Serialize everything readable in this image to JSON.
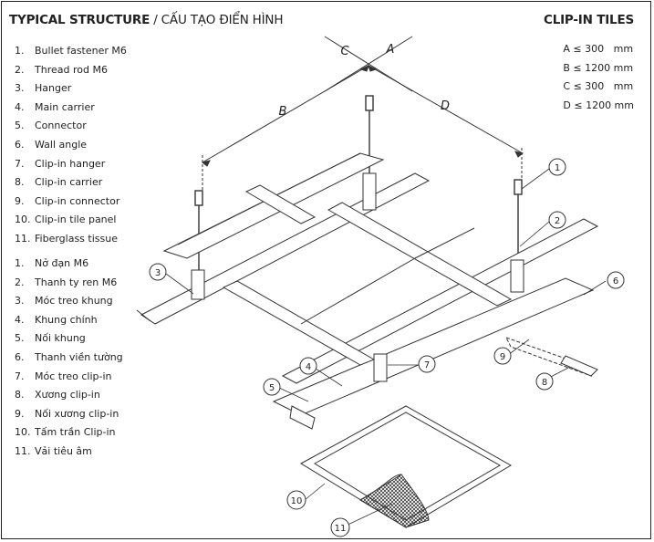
{
  "header": {
    "title_bold": "TYPICAL STRUCTURE",
    "title_rest": " / CẤU TẠO ĐIỂN HÌNH",
    "product": "CLIP-IN TILES"
  },
  "specs": [
    "A ≤ 300   mm",
    "B ≤ 1200 mm",
    "C ≤ 300   mm",
    "D ≤ 1200 mm"
  ],
  "parts_en": [
    {
      "num": "1.",
      "label": "Bullet fastener M6"
    },
    {
      "num": "2.",
      "label": "Thread rod M6"
    },
    {
      "num": "3.",
      "label": "Hanger"
    },
    {
      "num": "4.",
      "label": "Main carrier"
    },
    {
      "num": "5.",
      "label": "Connector"
    },
    {
      "num": "6.",
      "label": "Wall angle"
    },
    {
      "num": "7.",
      "label": "Clip-in hanger"
    },
    {
      "num": "8.",
      "label": "Clip-in carrier"
    },
    {
      "num": "9.",
      "label": "Clip-in connector"
    },
    {
      "num": "10.",
      "label": "Clip-in tile panel"
    },
    {
      "num": "11.",
      "label": "Fiberglass tissue"
    }
  ],
  "parts_vi": [
    {
      "num": "1.",
      "label": "Nở đạn M6"
    },
    {
      "num": "2.",
      "label": "Thanh ty ren M6"
    },
    {
      "num": "3.",
      "label": "Móc treo khung"
    },
    {
      "num": "4.",
      "label": "Khung chính"
    },
    {
      "num": "5.",
      "label": "Nối khung"
    },
    {
      "num": "6.",
      "label": "Thanh viền tường"
    },
    {
      "num": "7.",
      "label": "Móc treo clip-in"
    },
    {
      "num": "8.",
      "label": "Xương clip-in"
    },
    {
      "num": "9.",
      "label": "Nối xương clip-in"
    },
    {
      "num": "10.",
      "label": "Tấm trần Clip-in"
    },
    {
      "num": "11.",
      "label": "Vải tiêu âm"
    }
  ],
  "dimensions": {
    "a": "A",
    "b": "B",
    "c": "C",
    "d": "D"
  },
  "callouts": {
    "c1": "1",
    "c2": "2",
    "c3": "3",
    "c4": "4",
    "c5": "5",
    "c6": "6",
    "c7": "7",
    "c8": "8",
    "c9": "9",
    "c10": "10",
    "c11": "11"
  }
}
